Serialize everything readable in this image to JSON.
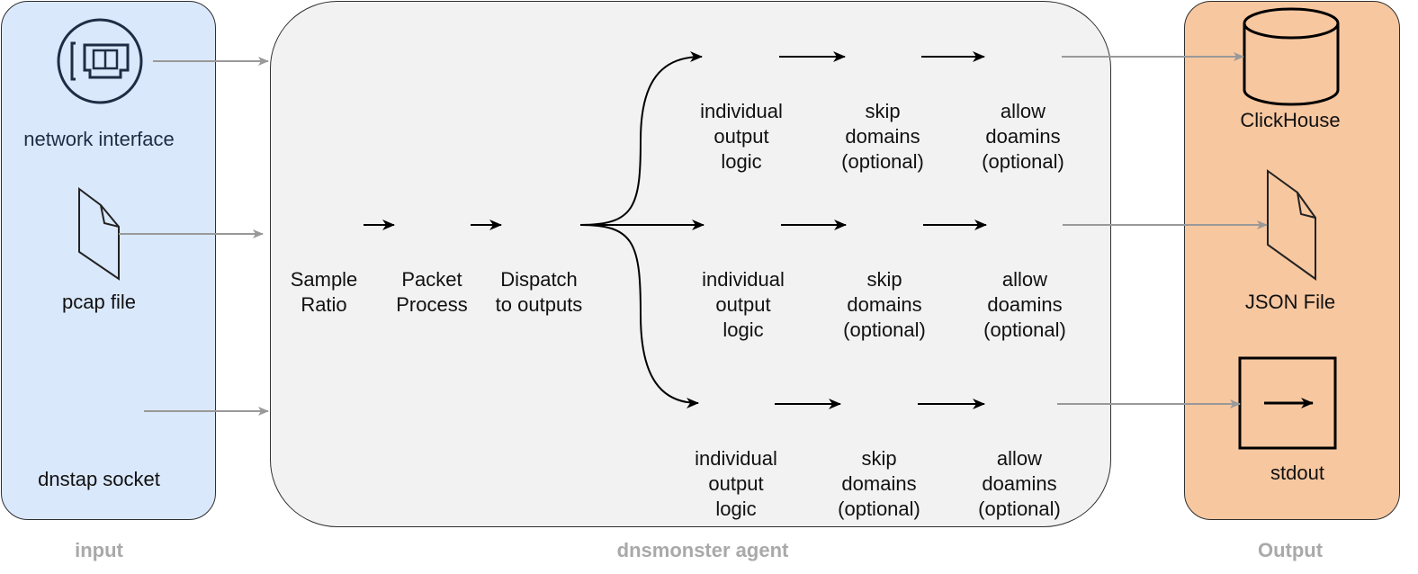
{
  "input": {
    "caption": "input",
    "items": [
      {
        "label": "network interface",
        "icon": "network-card-icon"
      },
      {
        "label": "pcap file",
        "icon": "file-icon"
      },
      {
        "label": "dnstap socket",
        "icon": ""
      }
    ]
  },
  "agent": {
    "caption": "dnsmonster agent",
    "stages": [
      {
        "label": "Sample\nRatio"
      },
      {
        "label": "Packet\nProcess"
      },
      {
        "label": "Dispatch\nto outputs"
      }
    ],
    "branches": [
      {
        "logic": "individual\noutput\nlogic",
        "skip": "skip\ndomains\n(optional)",
        "allow": "allow\ndoamins\n(optional)"
      },
      {
        "logic": "individual\noutput\nlogic",
        "skip": "skip\ndomains\n(optional)",
        "allow": "allow\ndoamins\n(optional)"
      },
      {
        "logic": "individual\noutput\nlogic",
        "skip": "skip\ndomains\n(optional)",
        "allow": "allow\ndoamins\n(optional)"
      }
    ]
  },
  "output": {
    "caption": "Output",
    "items": [
      {
        "label": "ClickHouse",
        "icon": "database-cylinder-icon"
      },
      {
        "label": "JSON File",
        "icon": "file-icon"
      },
      {
        "label": "stdout",
        "icon": "terminal-arrow-icon"
      }
    ]
  },
  "colors": {
    "input_fill": "#dae8fc",
    "agent_fill": "#f2f2f2",
    "output_fill": "#f7c7a0",
    "caption_gray": "#a9a9a9",
    "connector_gray": "#999999"
  }
}
